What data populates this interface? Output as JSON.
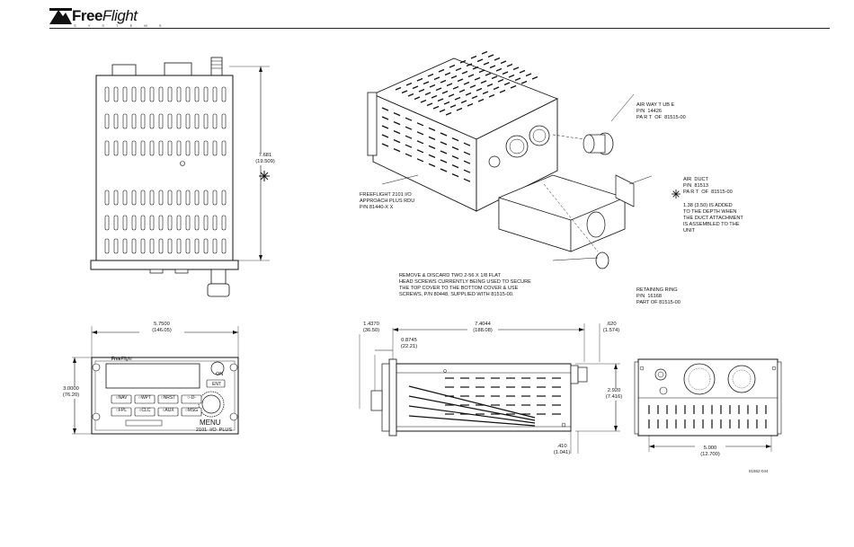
{
  "header": {
    "brand_bold": "Free",
    "brand_italic": "Flight",
    "brand_sub": "S Y S T E M S"
  },
  "top_view": {
    "height_in": "7.681",
    "height_mm": "(19.509)"
  },
  "exploded_view": {
    "airway_tube": [
      "AIR WAY T UB E",
      "P/N  14426",
      "PA R T  OF  81515-00"
    ],
    "air_duct": [
      "AIR  DUCT",
      "P/N  81513",
      "PA R T  OF  81515-00"
    ],
    "note": [
      "1.38 (3.50) IS ADDED",
      "TO THE DEPTH WHEN",
      "THE DUCT ATTACHMENT",
      "IS ASSEMBLED TO THE",
      "UNIT"
    ],
    "unit_label": [
      "FREEFLIGHT 2101 I/O",
      "APPROACH PLUS RDU",
      "P/N 81440-X X"
    ],
    "remove_note": [
      "REMOVE & DISCARD TWO 2-56 X 1/8 FLAT",
      "HEAD SCREWS CURRENTLY BEING USED TO SECURE",
      "THE TOP COVER TO THE BOTTOM COVER & USE",
      "SCREWS, P/N 80448, SUPPLIED WITH 81515-00."
    ],
    "retaining_ring": [
      "RETAINING RING",
      "P/N  16168",
      "PART OF 81515-00"
    ]
  },
  "front_view": {
    "width_in": "5.7500",
    "width_mm": "(146.05)",
    "height_in": "3.0000",
    "height_mm": "(76.20)",
    "logo_bold": "Free",
    "logo_italic": "Flight",
    "on_label": "ON",
    "ent_label": "ENT",
    "menu_label": "MENU",
    "model_label": "2101  I/O  PLUS",
    "buttons": [
      "NAV",
      "WPT",
      "NRST",
      "-D-",
      "FPL",
      "CLC",
      "AUX",
      "MSG"
    ]
  },
  "side_view": {
    "d1_in": "1.4370",
    "d1_mm": "(36.50)",
    "d2_in": "0.8745",
    "d2_mm": "(22.21)",
    "d3_in": "7.4044",
    "d3_mm": "(188.08)",
    "d4_in": ".620",
    "d4_mm": "(1.574)",
    "d5_in": "2.920",
    "d5_mm": "(7.416)",
    "d6_in": ".410",
    "d6_mm": "(1.041)"
  },
  "rear_view": {
    "width_in": "5.000",
    "width_mm": "(12.700)"
  },
  "figure_id": "81862-044"
}
